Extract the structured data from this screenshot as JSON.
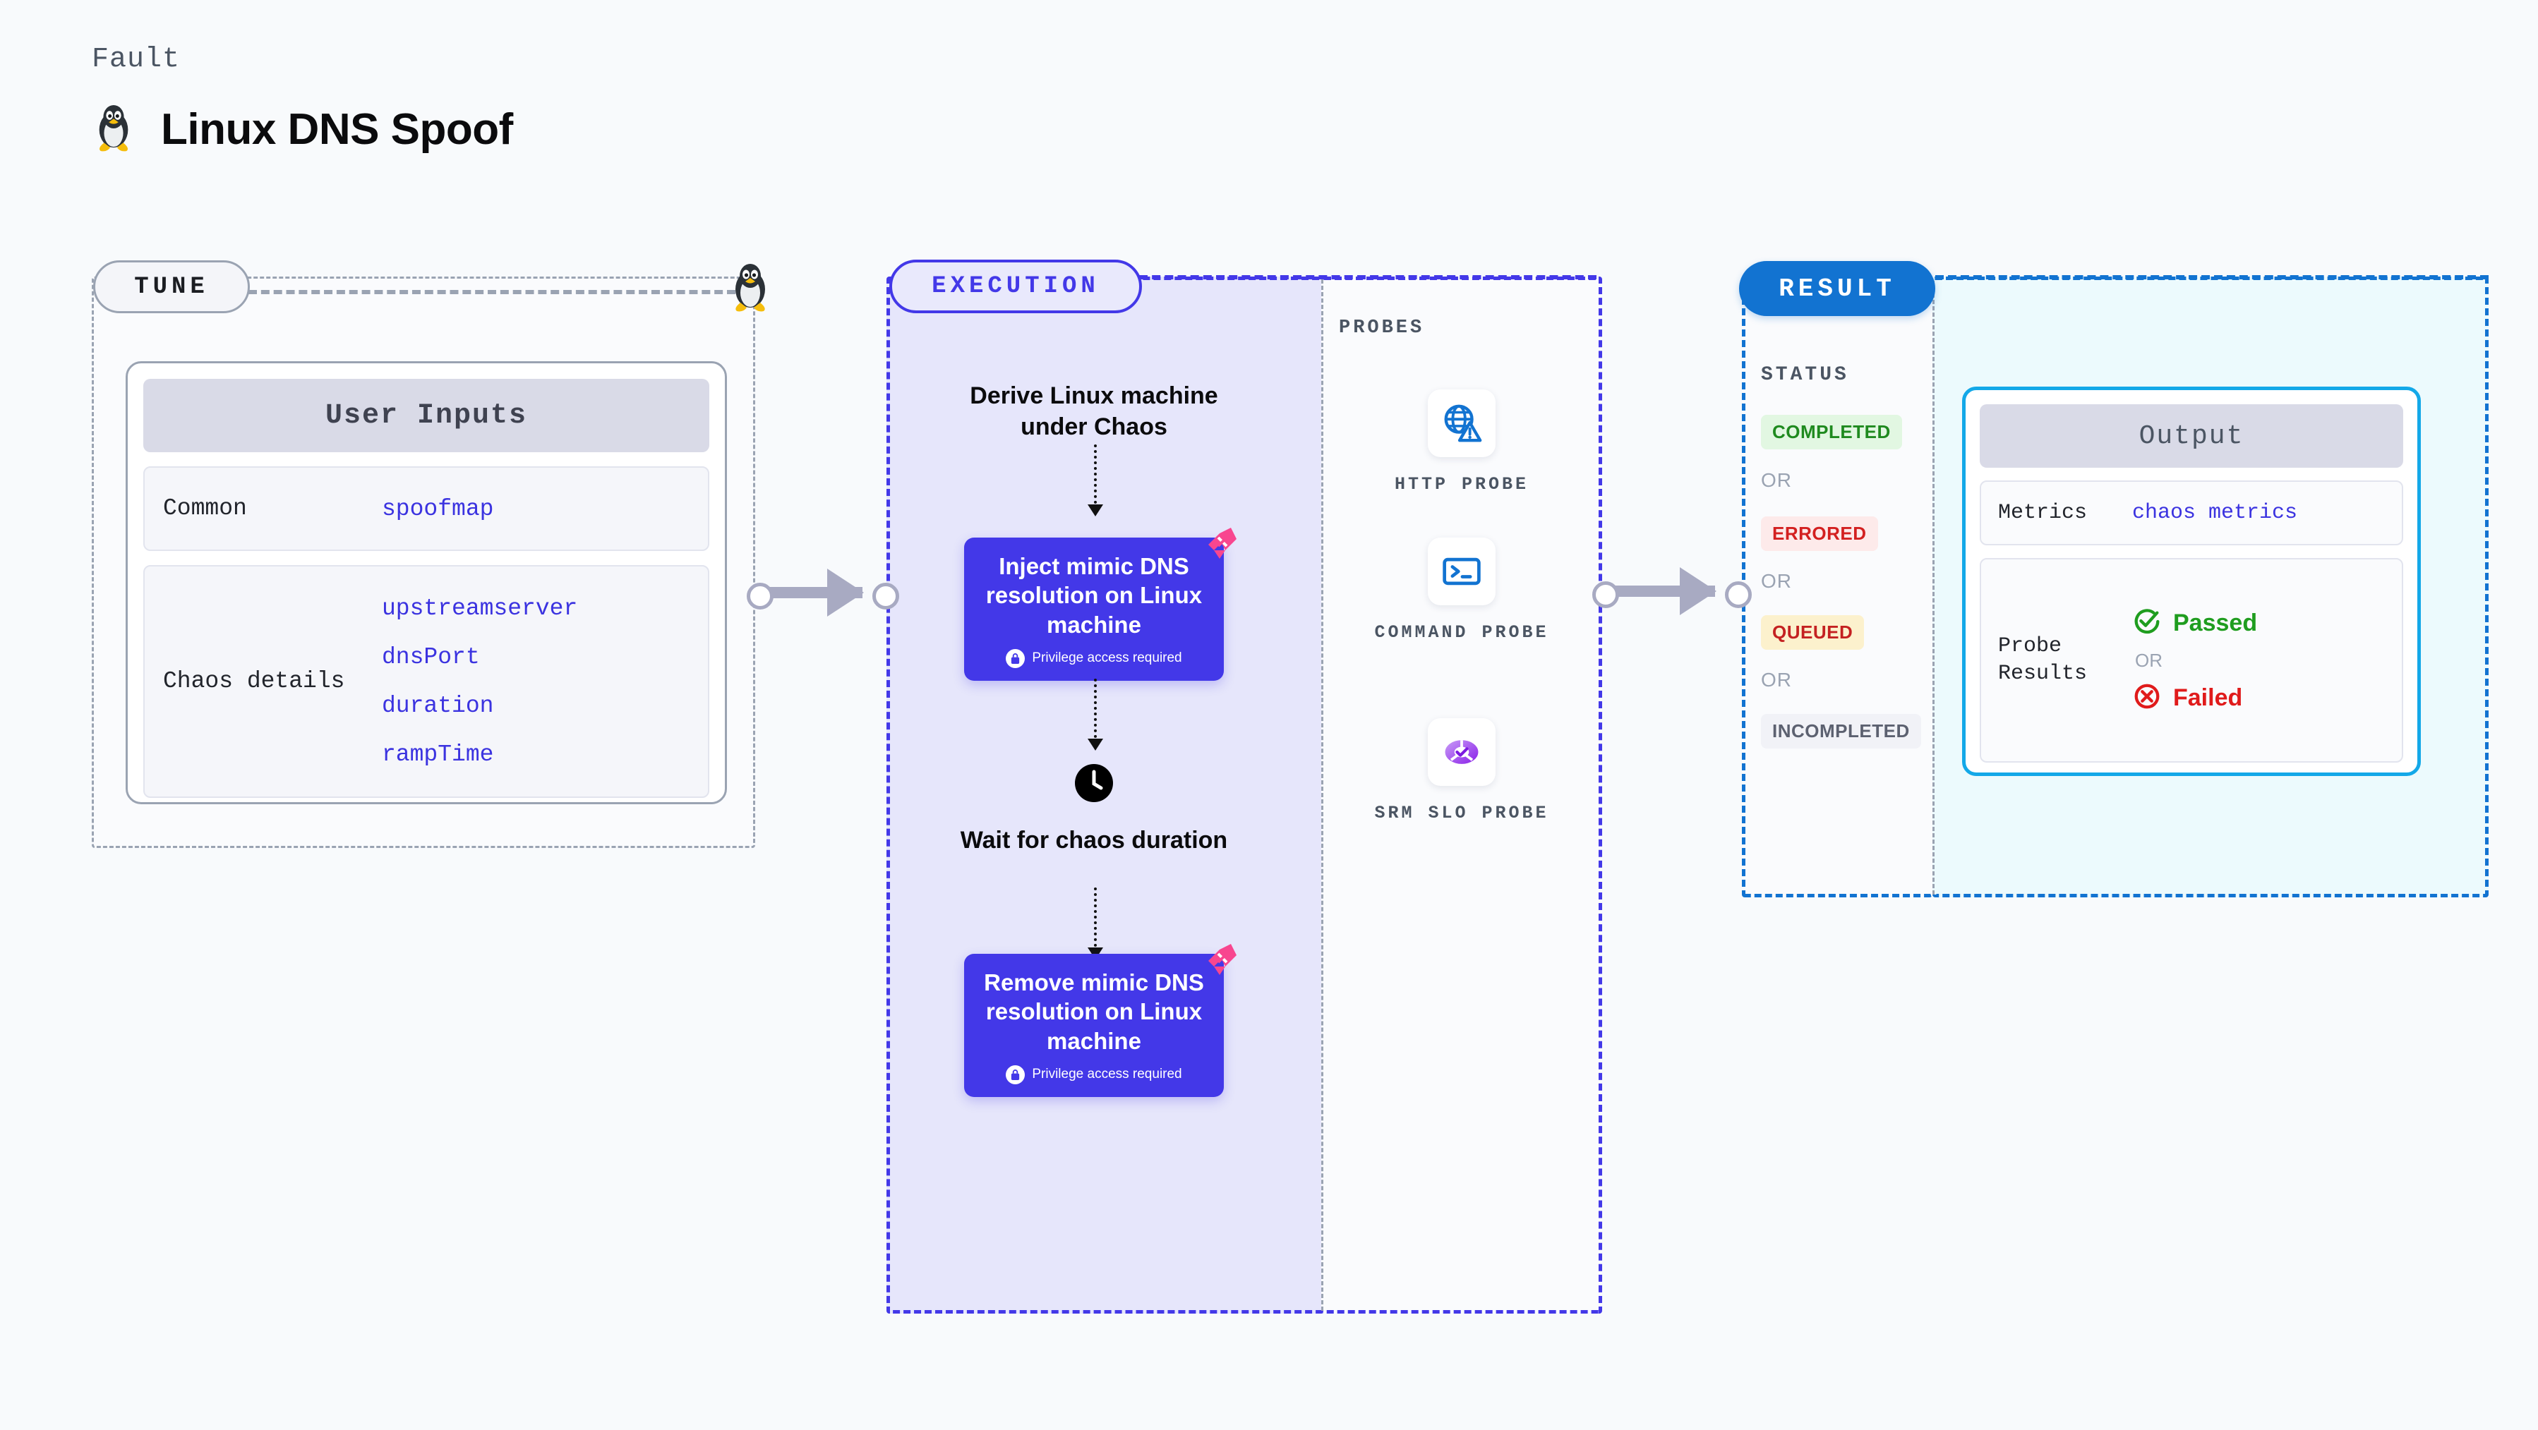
{
  "header": {
    "kicker": "Fault",
    "title": "Linux DNS Spoof",
    "icon": "linux-penguin-icon"
  },
  "tune": {
    "pill_label": "TUNE",
    "icon": "linux-penguin-icon",
    "card": {
      "title": "User Inputs",
      "rows": [
        {
          "label": "Common",
          "values": [
            "spoofmap"
          ]
        },
        {
          "label": "Chaos details",
          "values": [
            "upstreamserver",
            "dnsPort",
            "duration",
            "rampTime"
          ]
        }
      ]
    }
  },
  "execution": {
    "pill_label": "EXECUTION",
    "steps": {
      "derive": "Derive Linux machine under Chaos",
      "inject_title": "Inject mimic DNS resolution on Linux machine",
      "inject_sub": "Privilege access required",
      "wait": "Wait for chaos duration",
      "remove_title": "Remove mimic DNS resolution on Linux machine",
      "remove_sub": "Privilege access required"
    },
    "icons": {
      "badge": "litmus-chaos-icon",
      "lock": "lock-icon",
      "clock": "clock-icon"
    }
  },
  "probes": {
    "label": "PROBES",
    "items": [
      {
        "name": "HTTP PROBE",
        "icon": "globe-warning-icon"
      },
      {
        "name": "COMMAND PROBE",
        "icon": "terminal-icon"
      },
      {
        "name": "SRM SLO PROBE",
        "icon": "slo-donut-check-icon"
      }
    ]
  },
  "result": {
    "pill_label": "RESULT",
    "status_label": "STATUS",
    "or_label": "OR",
    "statuses": [
      {
        "label": "COMPLETED",
        "color": "#1f8a1f",
        "bg": "#e2f7e2"
      },
      {
        "label": "ERRORED",
        "color": "#d32020",
        "bg": "#fdeaea"
      },
      {
        "label": "QUEUED",
        "color": "#c42121",
        "bg": "#fcf1cd"
      },
      {
        "label": "INCOMPLETED",
        "color": "#5c6170",
        "bg": "#f1f2f7"
      }
    ],
    "output": {
      "title": "Output",
      "metrics_label": "Metrics",
      "metrics_value": "chaos metrics",
      "probe_label": "Probe Results",
      "passed": "Passed",
      "failed": "Failed",
      "or_label": "OR",
      "passed_icon": "check-circle-icon",
      "failed_icon": "x-circle-icon"
    }
  },
  "colors": {
    "page_bg": "#f8fafc",
    "tune_border": "#9aa3b2",
    "execution": "#4338e8",
    "execution_bg": "#e6e6fb",
    "result": "#1273d1",
    "result_bg": "#ecfafd",
    "output_border": "#13a8e8",
    "value_text": "#3b33e0",
    "chaos_badge": "#f8468f",
    "connector": "#a8aac2"
  }
}
